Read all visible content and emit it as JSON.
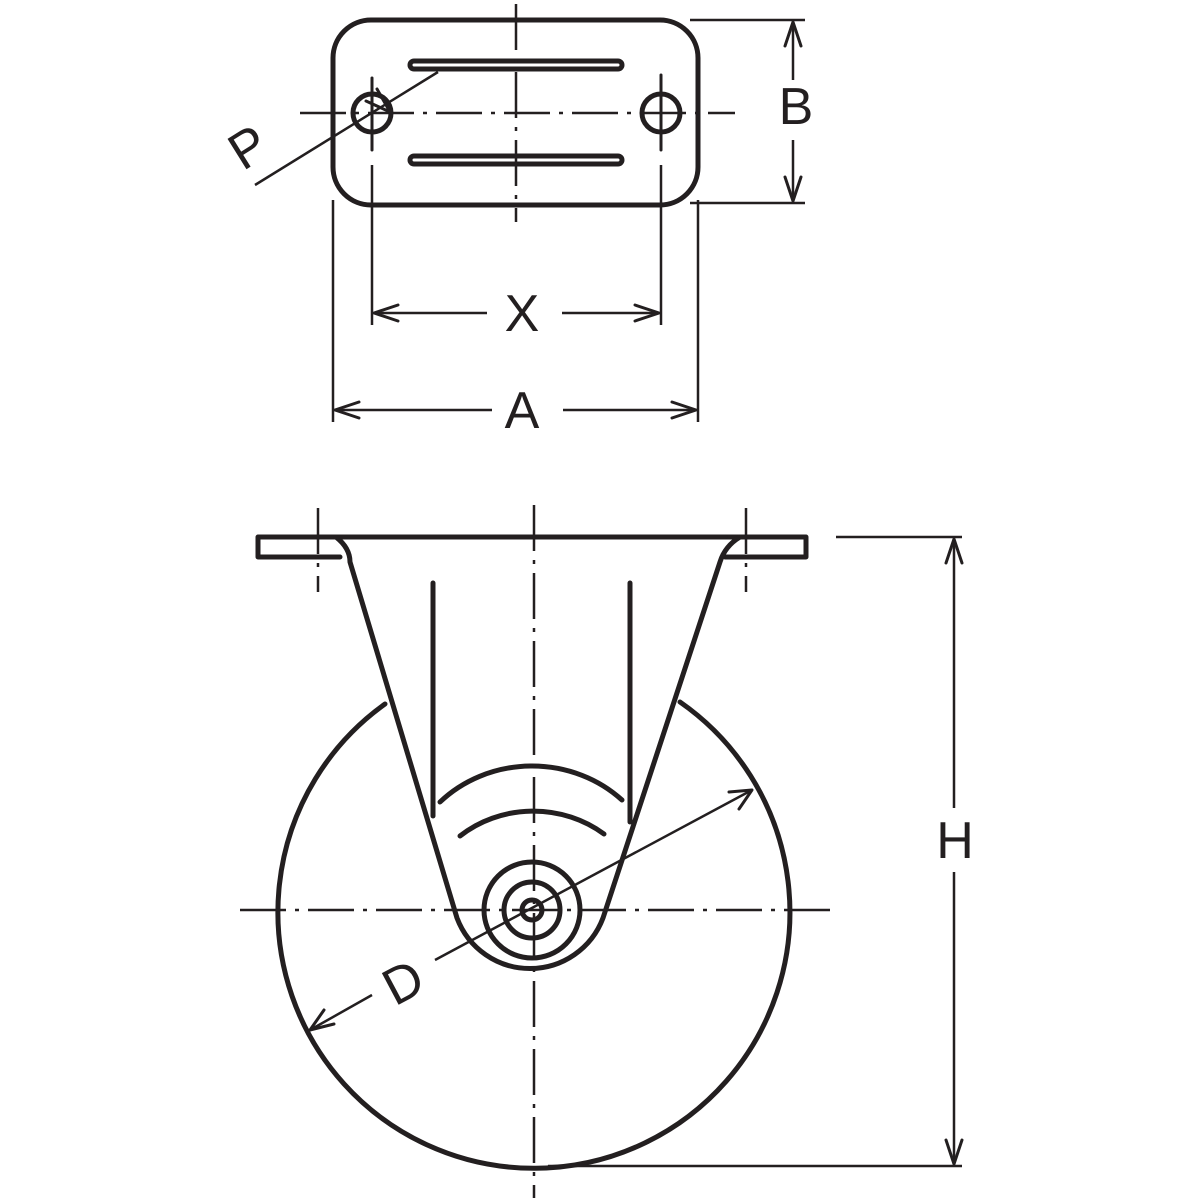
{
  "labels": {
    "P": "P",
    "B": "B",
    "X": "X",
    "A": "A",
    "H": "H",
    "D": "D"
  },
  "colors": {
    "ink": "#231f20",
    "paper": "#ffffff"
  }
}
